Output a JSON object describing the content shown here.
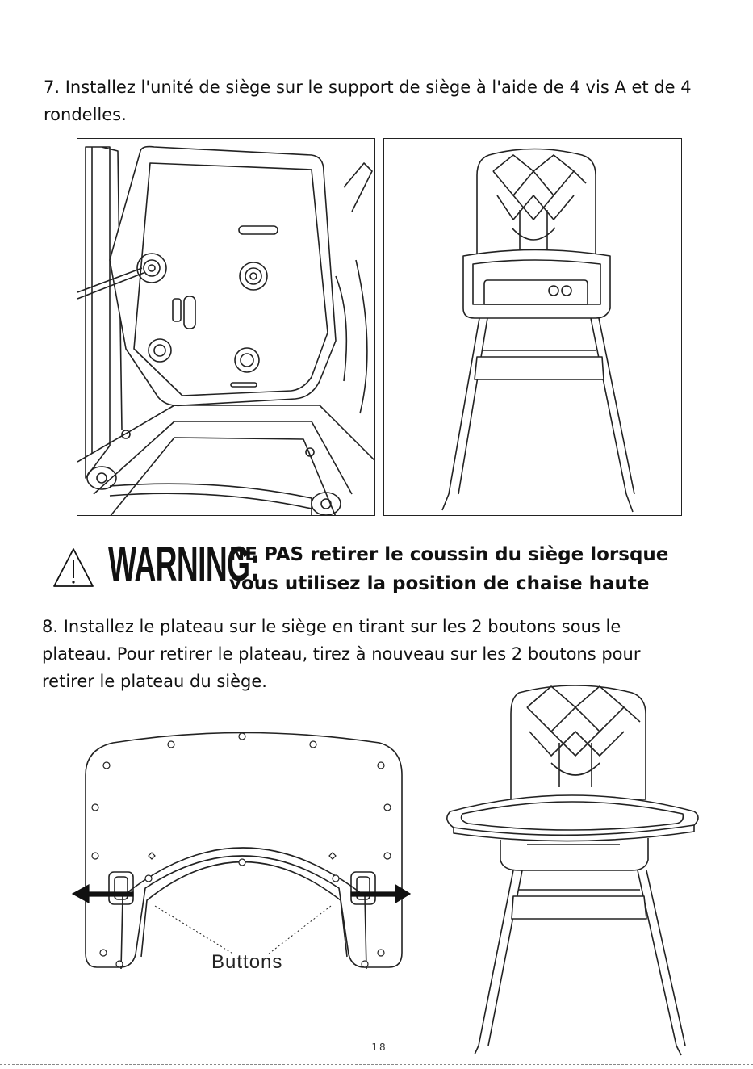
{
  "step7": {
    "text": "7. Installez l'unité de siège sur le support de siège à l'aide de 4 vis A et de 4 rondelles."
  },
  "warning": {
    "label": "WARNING:",
    "line1": "NE PAS retirer le coussin du siège lorsque",
    "line2": "vous utilisez la position de chaise haute"
  },
  "step8": {
    "text": "8. Installez le plateau sur le siège en tirant sur les 2 boutons sous le plateau. Pour retirer le plateau, tirez à nouveau sur les 2 boutons pour retirer le plateau du siège."
  },
  "tray_figure": {
    "buttons_label": "Buttons"
  },
  "page": {
    "number": "18"
  }
}
